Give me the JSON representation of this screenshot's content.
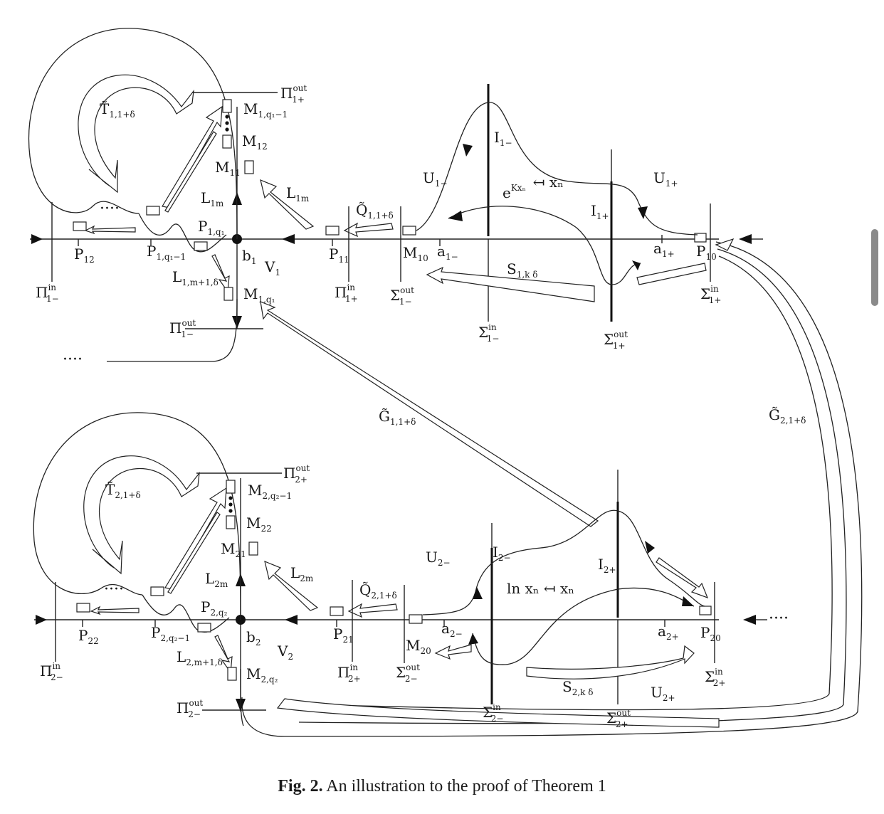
{
  "caption": {
    "fig_label": "Fig. 2.",
    "text": "An illustration to the proof of Theorem 1"
  },
  "labels": {
    "T1": "T̃",
    "T1_sub": "1,1+δ",
    "T2": "T̃",
    "T2_sub": "2,1+δ",
    "Pi1p_out": "Π",
    "Pi1p_out_sub": "1+",
    "Pi1p_out_sup": "out",
    "Pi1m_in": "Π",
    "Pi1m_in_sub": "1−",
    "Pi1m_in_sup": "in",
    "Pi1m_out": "Π",
    "Pi1m_out_sub": "1−",
    "Pi1m_out_sup": "out",
    "Pi1p_in": "Π",
    "Pi1p_in_sub": "1+",
    "Pi1p_in_sup": "in",
    "Pi2p_out": "Π",
    "Pi2p_out_sub": "2+",
    "Pi2p_out_sup": "out",
    "Pi2m_in": "Π",
    "Pi2m_in_sub": "2−",
    "Pi2m_in_sup": "in",
    "Pi2m_out": "Π",
    "Pi2m_out_sub": "2−",
    "Pi2m_out_sup": "out",
    "Pi2p_in": "Π",
    "Pi2p_in_sub": "2+",
    "Pi2p_in_sup": "in",
    "M1q1m1": "M",
    "M1q1m1_sub": "1,q₁−1",
    "M12": "M",
    "M12_sub": "12",
    "M11": "M",
    "M11_sub": "11",
    "M1q1": "M",
    "M1q1_sub": "1,q₁",
    "M10": "M",
    "M10_sub": "10",
    "M2q2m1": "M",
    "M2q2m1_sub": "2,q₂−1",
    "M22": "M",
    "M22_sub": "22",
    "M21": "M",
    "M21_sub": "21",
    "M2q2": "M",
    "M2q2_sub": "2,q₂",
    "M20": "M",
    "M20_sub": "20",
    "L1m_a": "L",
    "L1m_a_sub": "1m",
    "L1m_b": "L",
    "L1m_b_sub": "1m",
    "L1m1": "L",
    "L1m1_sub": "1,m+1,δ",
    "L2m_a": "L",
    "L2m_a_sub": "2m",
    "L2m_b": "L",
    "L2m_b_sub": "2m",
    "L2m1": "L",
    "L2m1_sub": "2,m+1,δ",
    "P12": "P",
    "P12_sub": "12",
    "P1q1m1": "P",
    "P1q1m1_sub": "1,q₁−1",
    "P1q1": "P",
    "P1q1_sub": "1,q₁",
    "P11": "P",
    "P11_sub": "11",
    "P10": "P",
    "P10_sub": "10",
    "P22": "P",
    "P22_sub": "22",
    "P2q2m1": "P",
    "P2q2m1_sub": "2,q₂−1",
    "P2q2": "P",
    "P2q2_sub": "2,q₂",
    "P21": "P",
    "P21_sub": "21",
    "P20": "P",
    "P20_sub": "20",
    "b1": "b",
    "b1_sub": "1",
    "b2": "b",
    "b2_sub": "2",
    "V1": "V",
    "V1_sub": "1",
    "V2": "V",
    "V2_sub": "2",
    "Q1": "Q̃",
    "Q1_sub": "1,1+δ",
    "Q2": "Q̃",
    "Q2_sub": "2,1+δ",
    "Sig1m_out": "Σ",
    "Sig1m_out_sub": "1−",
    "Sig1m_out_sup": "out",
    "Sig1m_in": "Σ",
    "Sig1m_in_sub": "1−",
    "Sig1m_in_sup": "in",
    "Sig1p_out": "Σ",
    "Sig1p_out_sub": "1+",
    "Sig1p_out_sup": "out",
    "Sig1p_in": "Σ",
    "Sig1p_in_sub": "1+",
    "Sig1p_in_sup": "in",
    "Sig2m_out": "Σ",
    "Sig2m_out_sub": "2−",
    "Sig2m_out_sup": "out",
    "Sig2m_in": "Σ",
    "Sig2m_in_sub": "2−",
    "Sig2m_in_sup": "in",
    "Sig2p_out": "Σ",
    "Sig2p_out_sub": "2+",
    "Sig2p_out_sup": "out",
    "Sig2p_in": "Σ",
    "Sig2p_in_sub": "2+",
    "Sig2p_in_sup": "in",
    "a1m": "a",
    "a1m_sub": "1−",
    "a1p": "a",
    "a1p_sub": "1+",
    "a2m": "a",
    "a2m_sub": "2−",
    "a2p": "a",
    "a2p_sub": "2+",
    "I1m": "I",
    "I1m_sub": "1−",
    "I1p": "I",
    "I1p_sub": "1+",
    "I2m": "I",
    "I2m_sub": "2−",
    "I2p": "I",
    "I2p_sub": "2+",
    "U1m": "U",
    "U1m_sub": "1−",
    "U1p": "U",
    "U1p_sub": "1+",
    "U2m": "U",
    "U2m_sub": "2−",
    "U2p": "U",
    "U2p_sub": "2+",
    "S1": "S",
    "S1_sub": "1,k δ",
    "S2": "S",
    "S2_sub": "2,k δ",
    "G11": "G̃",
    "G11_sub": "1,1+δ",
    "G21": "G̃",
    "G21_sub": "2,1+δ",
    "map1": "e",
    "map1_sup": "Kxₙ",
    "map1_rest": "↤  xₙ",
    "map2": "ln xₙ  ↤  xₙ",
    "dots": "····"
  }
}
